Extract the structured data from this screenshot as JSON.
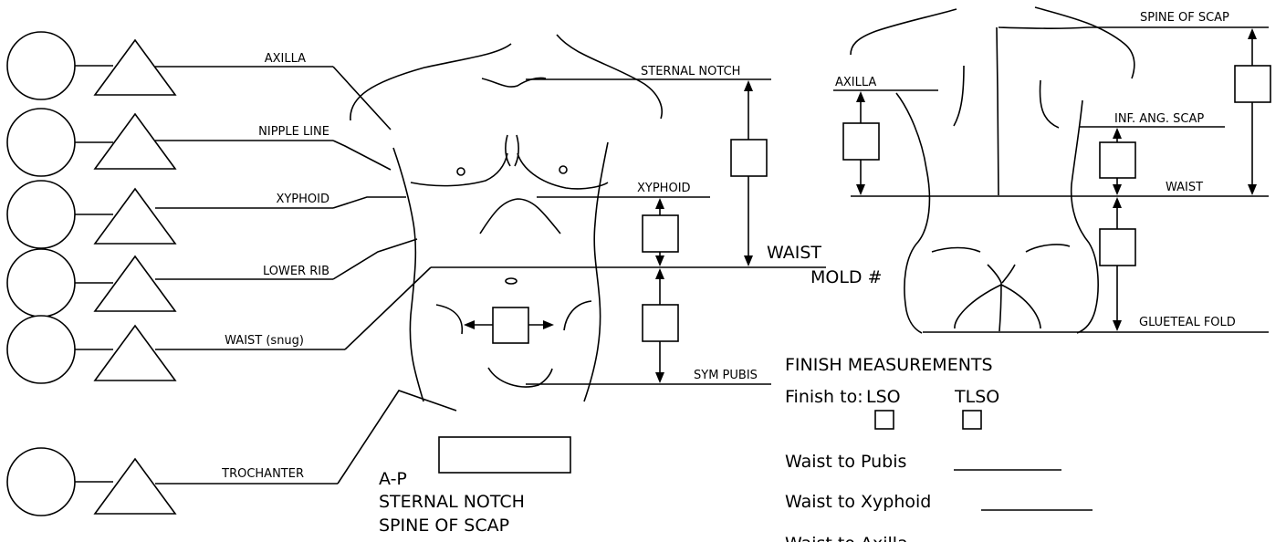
{
  "left_labels": [
    "AXILLA",
    "NIPPLE LINE",
    "XYPHOID",
    "LOWER RIB",
    "WAIST (snug)",
    "TROCHANTER"
  ],
  "front_labels": {
    "sternal_notch": "STERNAL NOTCH",
    "xyphoid": "XYPHOID",
    "waist": "WAIST",
    "mold": "MOLD #",
    "sym_pubis": "SYM PUBIS"
  },
  "back_labels": {
    "spine_of_scap": "SPINE OF SCAP",
    "axilla": "AXILLA",
    "inf_ang_scap": "INF. ANG. SCAP",
    "waist": "WAIST",
    "gluteal_fold": "GLUETEAL FOLD"
  },
  "ap_section": {
    "label": "A-P",
    "line1": "STERNAL NOTCH",
    "line2": "SPINE OF SCAP"
  },
  "finish": {
    "heading": "FINISH MEASUREMENTS",
    "finish_to": "Finish to:",
    "option1": "LSO",
    "option2": "TLSO",
    "rows": [
      "Waist to Pubis",
      "Waist to Xyphoid",
      "Waist to Axilla"
    ]
  }
}
